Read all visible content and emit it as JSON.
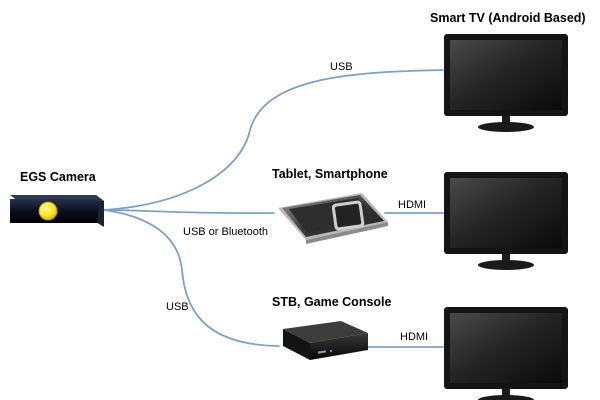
{
  "labels": {
    "camera": "EGS Camera",
    "smart_tv": "Smart TV (Android Based)",
    "tablet": "Tablet, Smartphone",
    "stb": "STB, Game Console",
    "usb_top": "USB",
    "usb_bluetooth": "USB or Bluetooth",
    "usb_bottom": "USB",
    "hdmi_tablet": "HDMI",
    "hdmi_stb": "HDMI"
  },
  "colors": {
    "cable": "#7f9fc7",
    "camera_body": "#0a0f1e",
    "camera_lens": "#ffe51a",
    "tv_bezel": "#141414",
    "tv_screen": "#2a2a2a"
  },
  "icons": {
    "camera": "camera-device-icon",
    "tv": "television-icon",
    "tablet": "tablet-icon",
    "smartphone": "smartphone-icon",
    "stb": "set-top-box-icon"
  }
}
